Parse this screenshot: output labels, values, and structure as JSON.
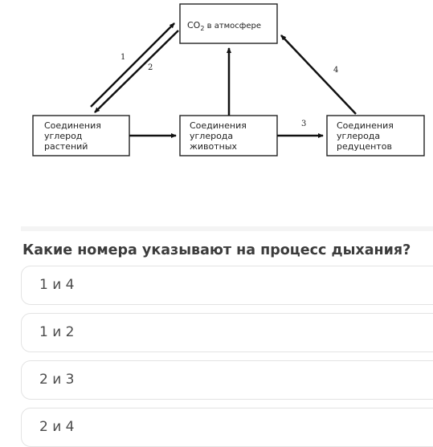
{
  "diagram": {
    "top_box": {
      "main": "CO",
      "sub": "2",
      "rest": " в атмосфере"
    },
    "box_plants": "Соединения\nуглерод\nрастений",
    "box_animals": "Соединения\nуглерода\nживотных",
    "box_decomposers": "Соединения\nуглерода\nредуцентов",
    "arrow_labels": {
      "a1": "1",
      "a2": "2",
      "a3": "3",
      "a4": "4"
    }
  },
  "question": "Какие номера указывают на процесс дыхания?",
  "options": [
    {
      "label": "1 и 4"
    },
    {
      "label": "1 и 2"
    },
    {
      "label": "2 и 3"
    },
    {
      "label": "2 и 4"
    }
  ]
}
